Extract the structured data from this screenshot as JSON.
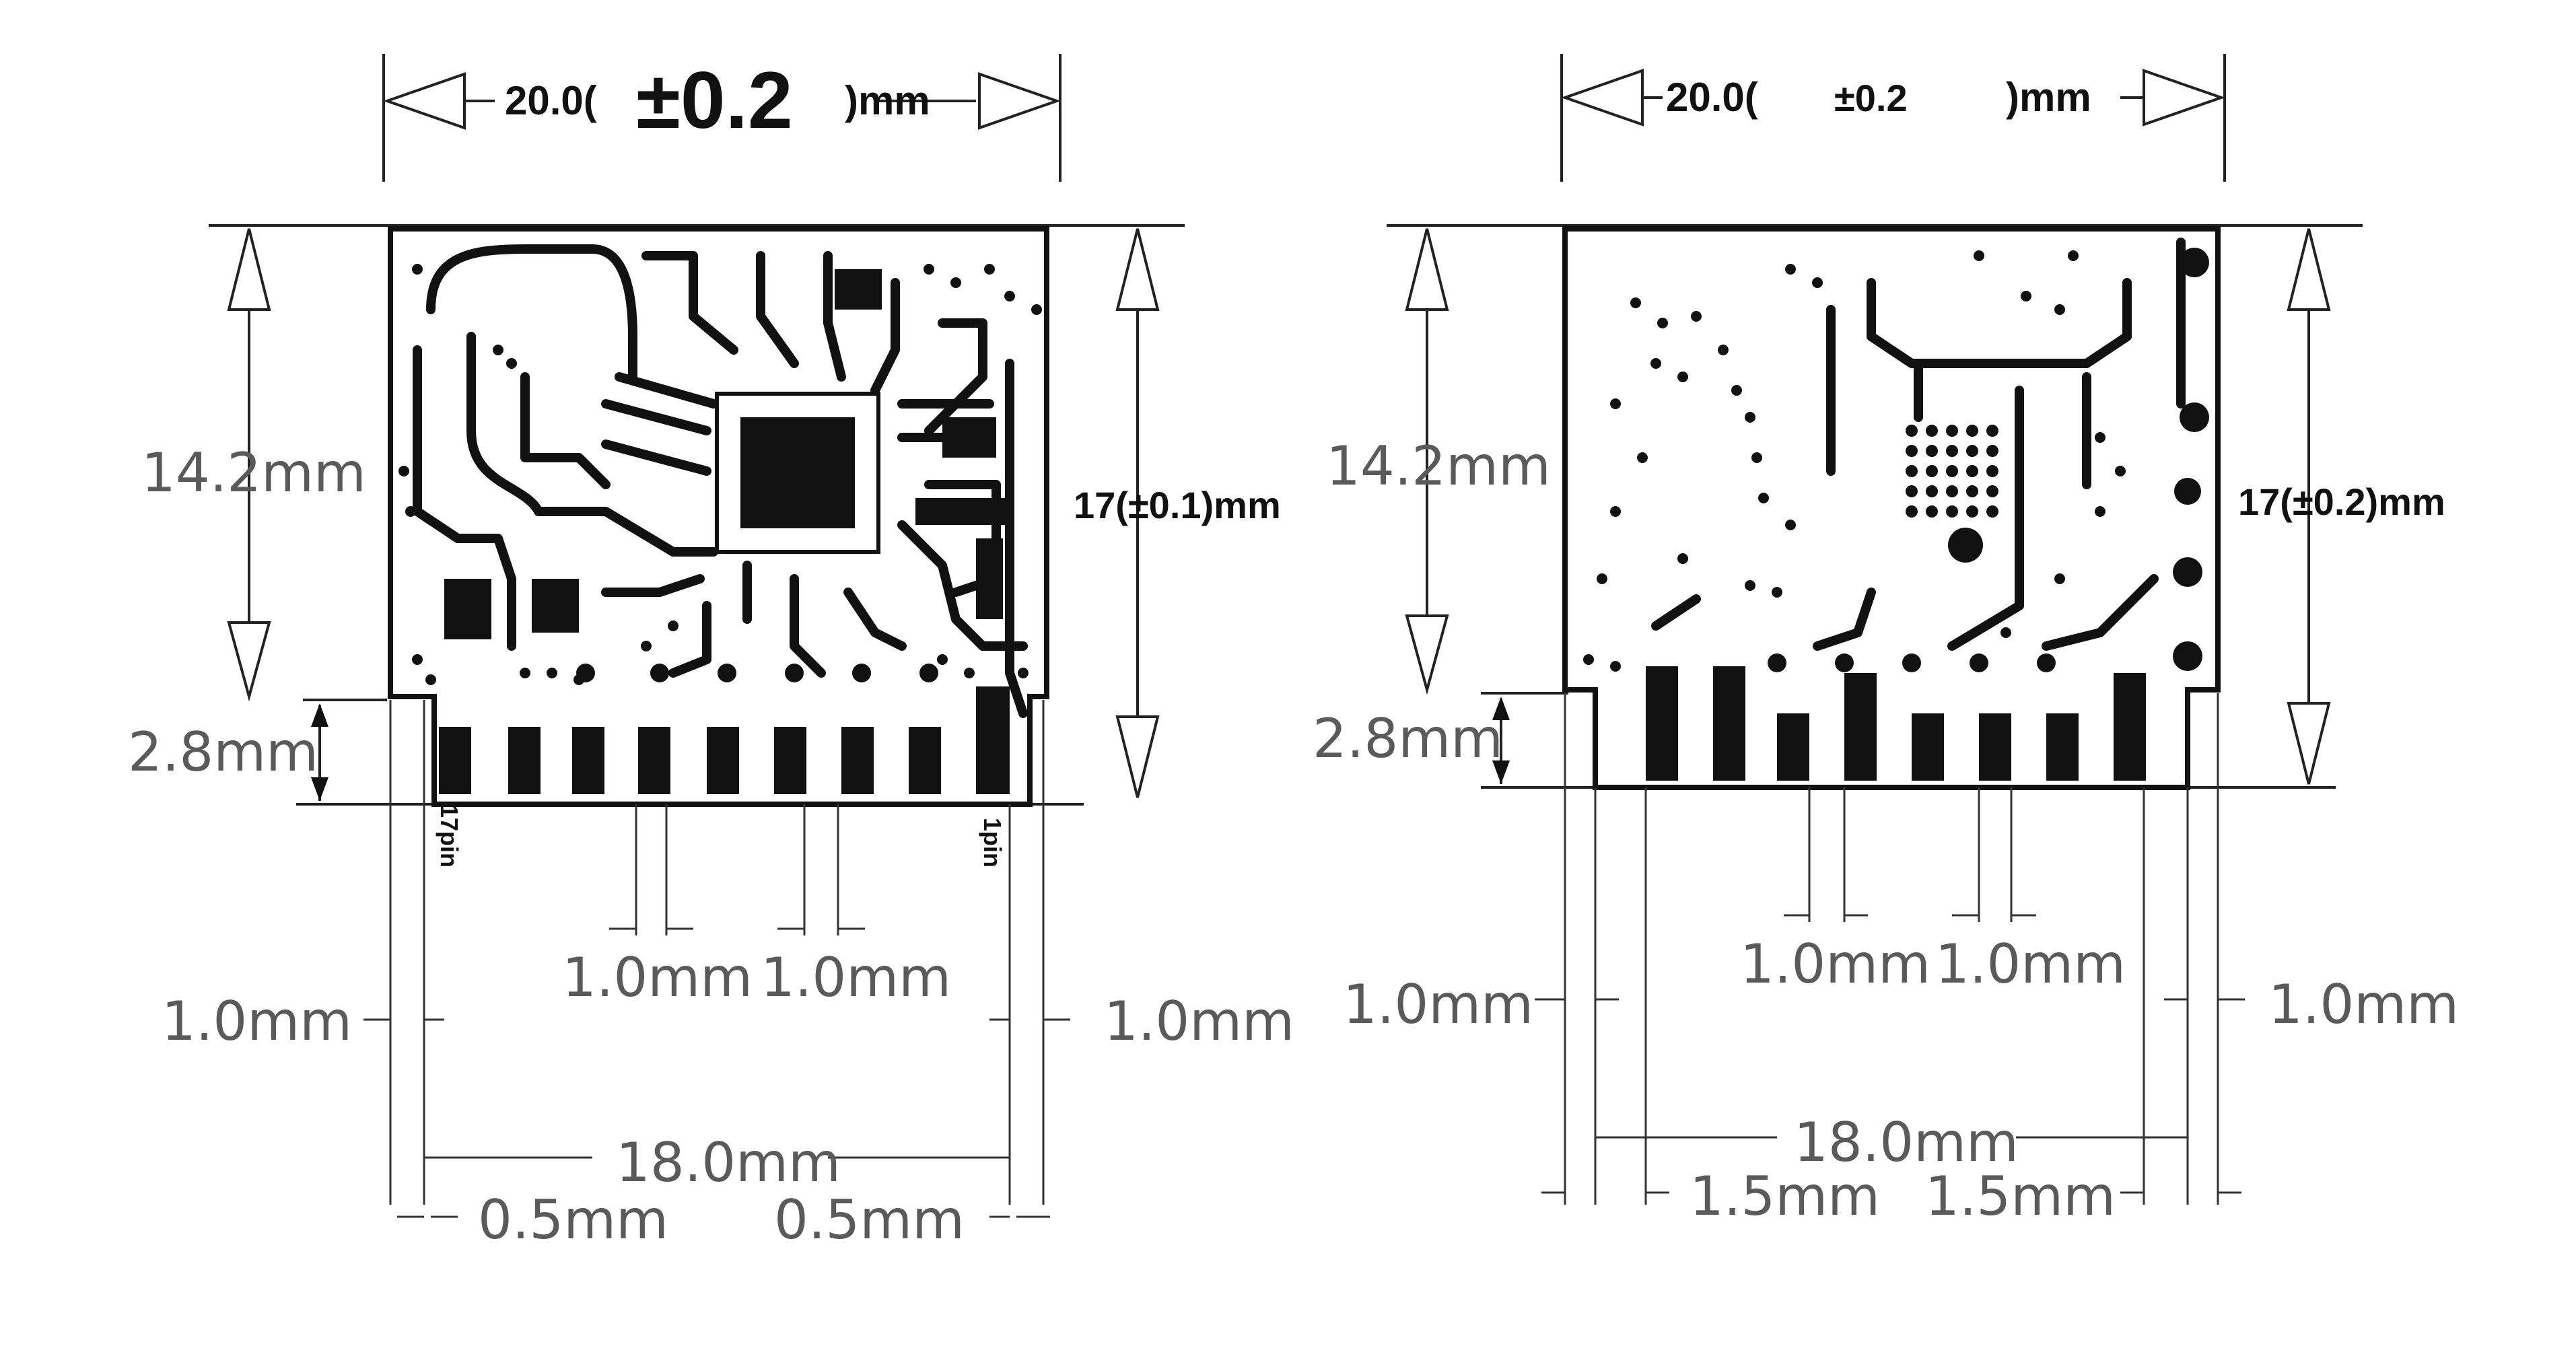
{
  "figures": [
    {
      "id": "top-view",
      "width_label": "20.0(",
      "tolerance": "±0.2",
      "width_unit": ")mm",
      "body_height": "14.2mm",
      "total_height": "17(±0.1)mm",
      "pin_height": "2.8mm",
      "pin_pitch_left": "1.0mm",
      "pin_pitch_right": "1.0mm",
      "edge_left": "1.0mm",
      "edge_right": "1.0mm",
      "span": "18.0mm",
      "offset_left": "0.5mm",
      "offset_right": "0.5mm",
      "pin_first_label": "17pin",
      "pin_last_label": "1pin"
    },
    {
      "id": "bottom-view",
      "width_label": "20.0(",
      "tolerance": "±0.2",
      "width_unit": ")mm",
      "body_height": "14.2mm",
      "total_height": "17(±0.2)mm",
      "pin_height": "2.8mm",
      "pin_pitch_left": "1.0mm",
      "pin_pitch_right": "1.0mm",
      "edge_left": "1.0mm",
      "edge_right": "1.0mm",
      "span": "18.0mm",
      "offset_left": "1.5mm",
      "offset_right": "1.5mm"
    }
  ],
  "colors": {
    "ink": "#111111",
    "dimension_text": "#5a5a5a",
    "background": "#ffffff"
  }
}
